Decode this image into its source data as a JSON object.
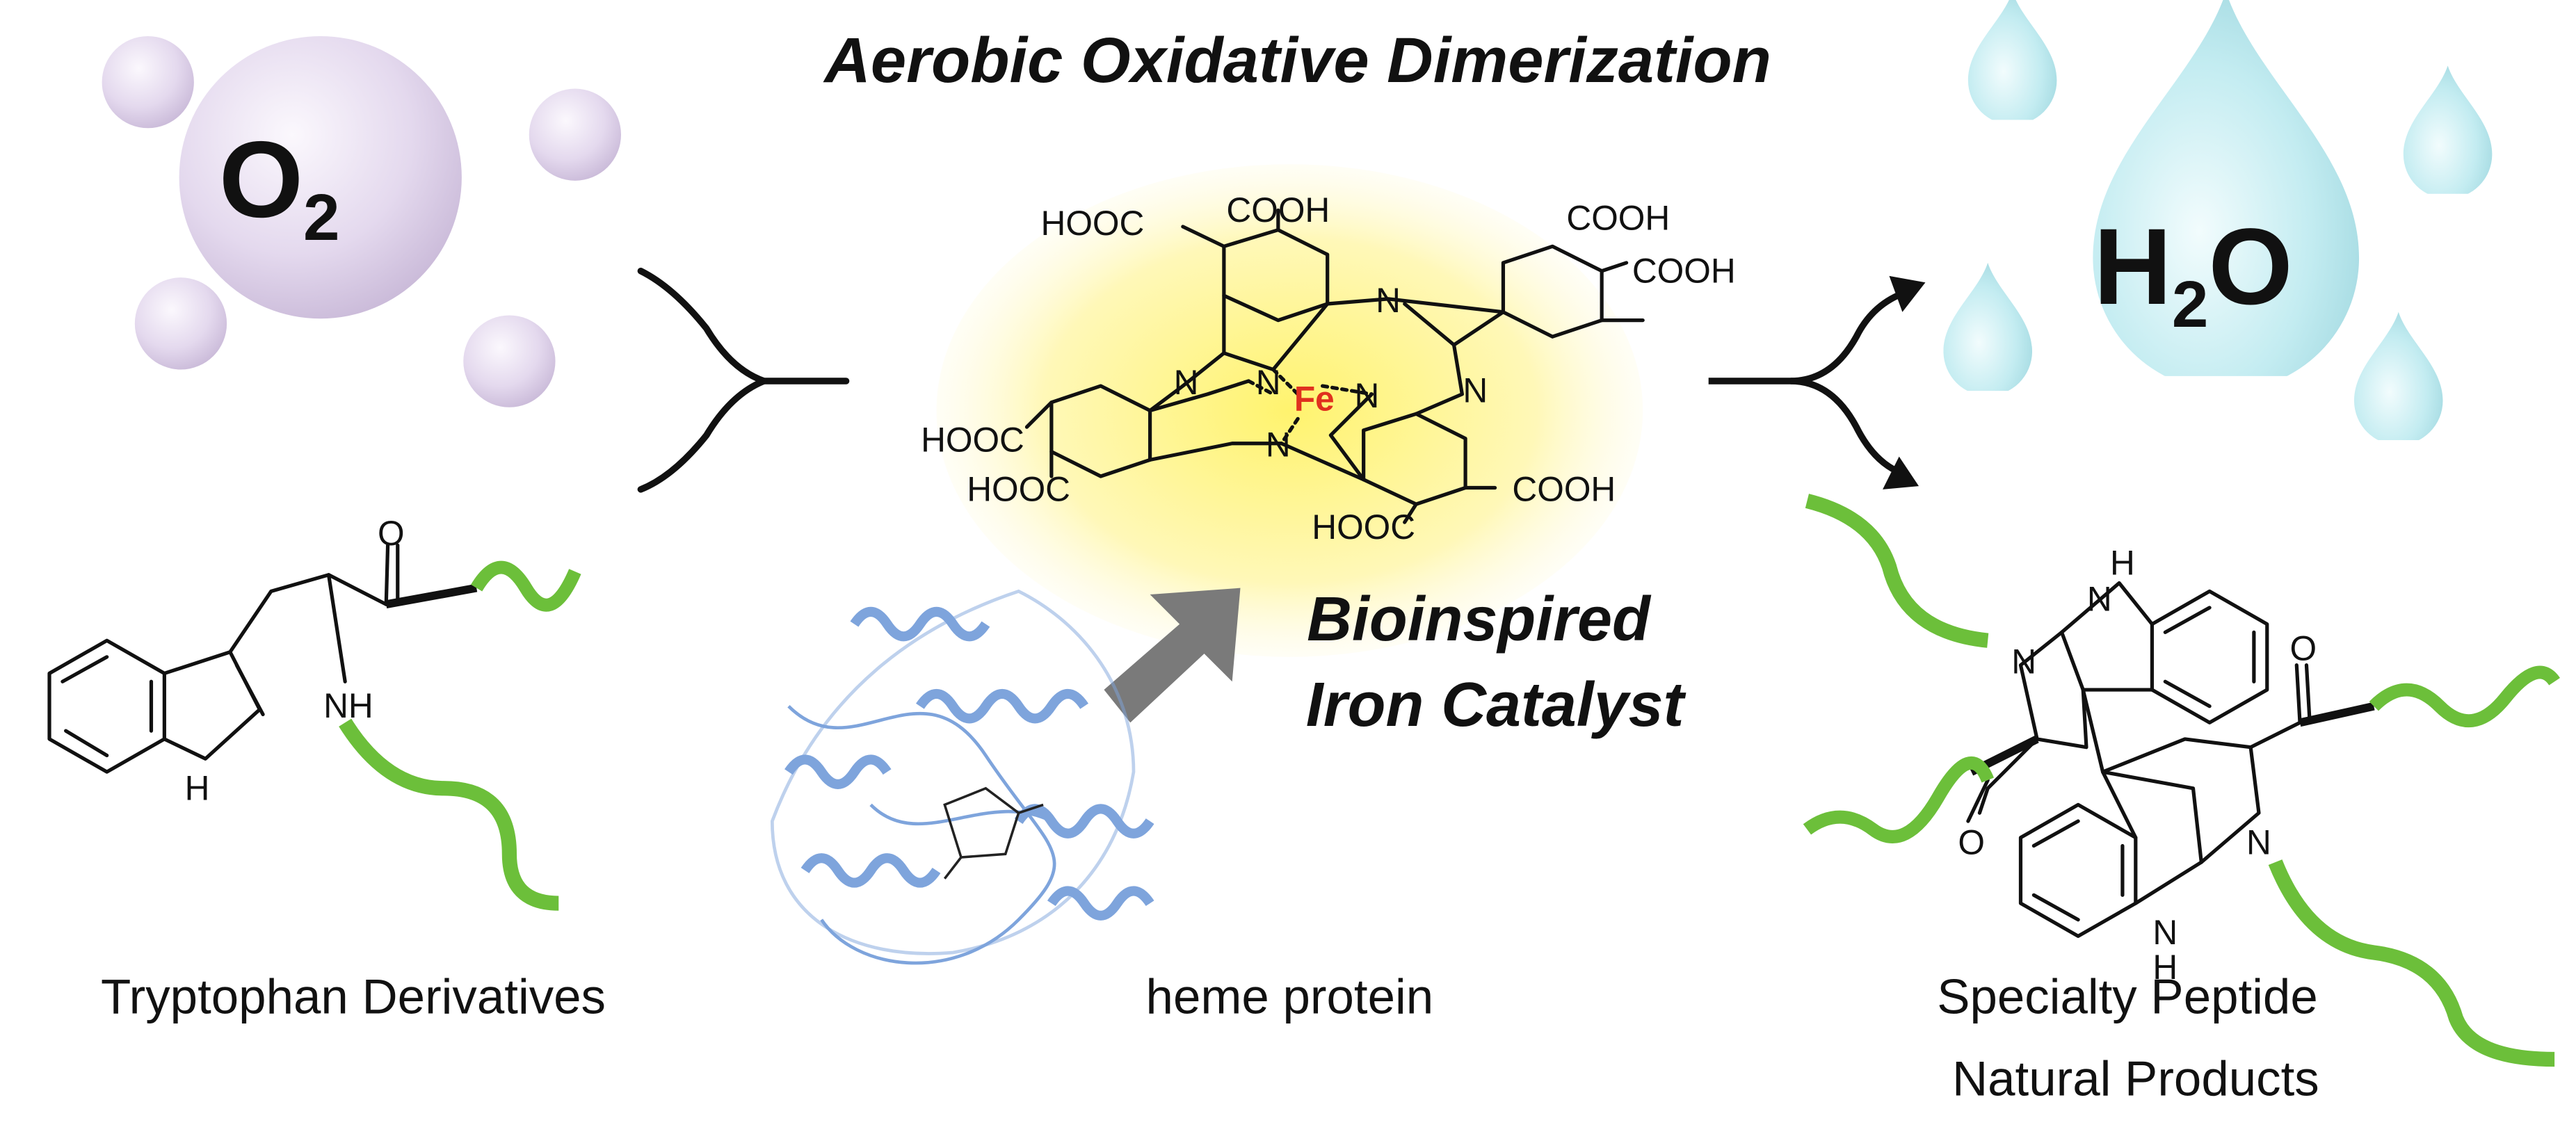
{
  "title": "Aerobic Oxidative Dimerization",
  "oxygen": {
    "base": "O",
    "subscript": "2"
  },
  "water": {
    "h": "H",
    "subscript": "2",
    "o": "O"
  },
  "catalyst": {
    "metal": "Fe",
    "n_label": "N",
    "groups": [
      "COOH",
      "HOOC",
      "COOH",
      "COOH",
      "HOOC",
      "HOOC",
      "COOH",
      "HOOC"
    ],
    "caption_line1": "Bioinspired",
    "caption_line2": "Iron Catalyst"
  },
  "reactant": {
    "label": "Tryptophan Derivatives",
    "o": "O",
    "nh": "NH",
    "h": "H"
  },
  "protein": {
    "label": "heme protein"
  },
  "product": {
    "line1": "Specialty Peptide",
    "line2": "Natural Products",
    "h": "H",
    "n": "N",
    "o": "O"
  },
  "colors": {
    "sphere": "#e6dcef",
    "drop": "#bfeaf0",
    "ribbon": "#6cbf3a",
    "glow": "#fff27a",
    "fe": "#e0301e",
    "protein": "#7ea4dc",
    "arrow": "#7a7a7a"
  }
}
